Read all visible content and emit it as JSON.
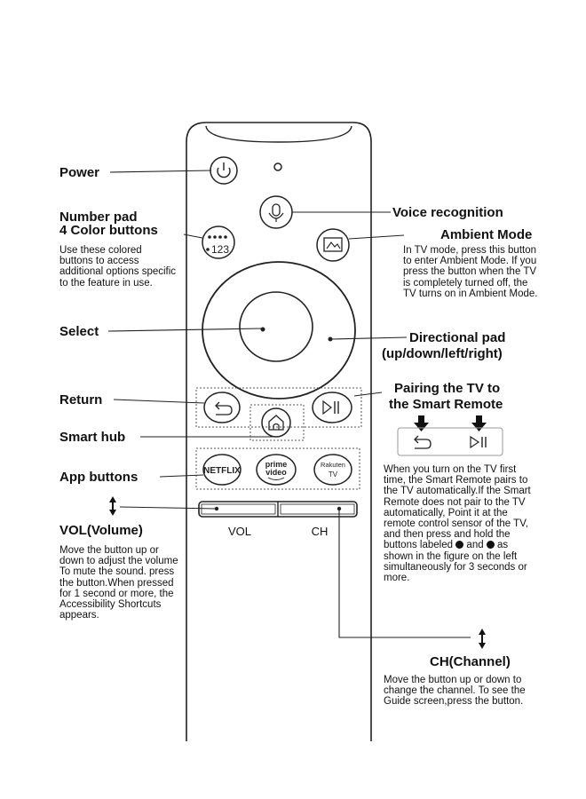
{
  "labels": {
    "power": "Power",
    "number_pad_1": "Number pad",
    "number_pad_2": "4 Color buttons",
    "number_pad_desc": "Use these colored buttons to access additional options specific to the feature in use.",
    "voice": "Voice recognition",
    "ambient": "Ambient Mode",
    "ambient_desc": "In TV mode, press this button to enter Ambient Mode. If you press the button when the TV is completely turned off, the TV turns on in Ambient Mode.",
    "select": "Select",
    "dpad_1": "Directional pad",
    "dpad_2": "(up/down/left/right)",
    "return": "Return",
    "pairing_1": "Pairing the TV to",
    "pairing_2": "the Smart Remote",
    "smart_hub": "Smart hub",
    "app_buttons": "App buttons",
    "vol_title": "VOL(Volume)",
    "vol_desc": "Move the button up or down to adjust the volume To mute the sound. press the button.When pressed for 1 second or more, the Accessibility Shortcuts appears.",
    "pairing_desc_1": "When you turn on the TV first time, the Smart Remote pairs to the TV automatically.If the Smart Remote does not pair to the TV automatically, Point it at the remote control sensor of the TV, and then press and hold the buttons labeled",
    "pairing_desc_2": "and",
    "pairing_desc_3": "as shown in the figure on the left simultaneously for 3 seconds or more.",
    "ch_title": "CH(Channel)",
    "ch_desc": "Move the button up or down to change the channel. To see the Guide screen,press the button."
  },
  "remote": {
    "number_button": "123",
    "netflix": "NETFLIX",
    "prime_1": "prime",
    "prime_2": "video",
    "rakuten_1": "Rakuten",
    "rakuten_2": "TV",
    "vol": "VOL",
    "ch": "CH"
  },
  "icons": [
    "power-icon",
    "microphone-icon",
    "ambient-icon",
    "return-icon",
    "play-pause-icon",
    "home-icon",
    "up-down-arrow-icon",
    "down-arrow-icon"
  ],
  "colors": {
    "ink": "#111111",
    "background": "#ffffff"
  }
}
